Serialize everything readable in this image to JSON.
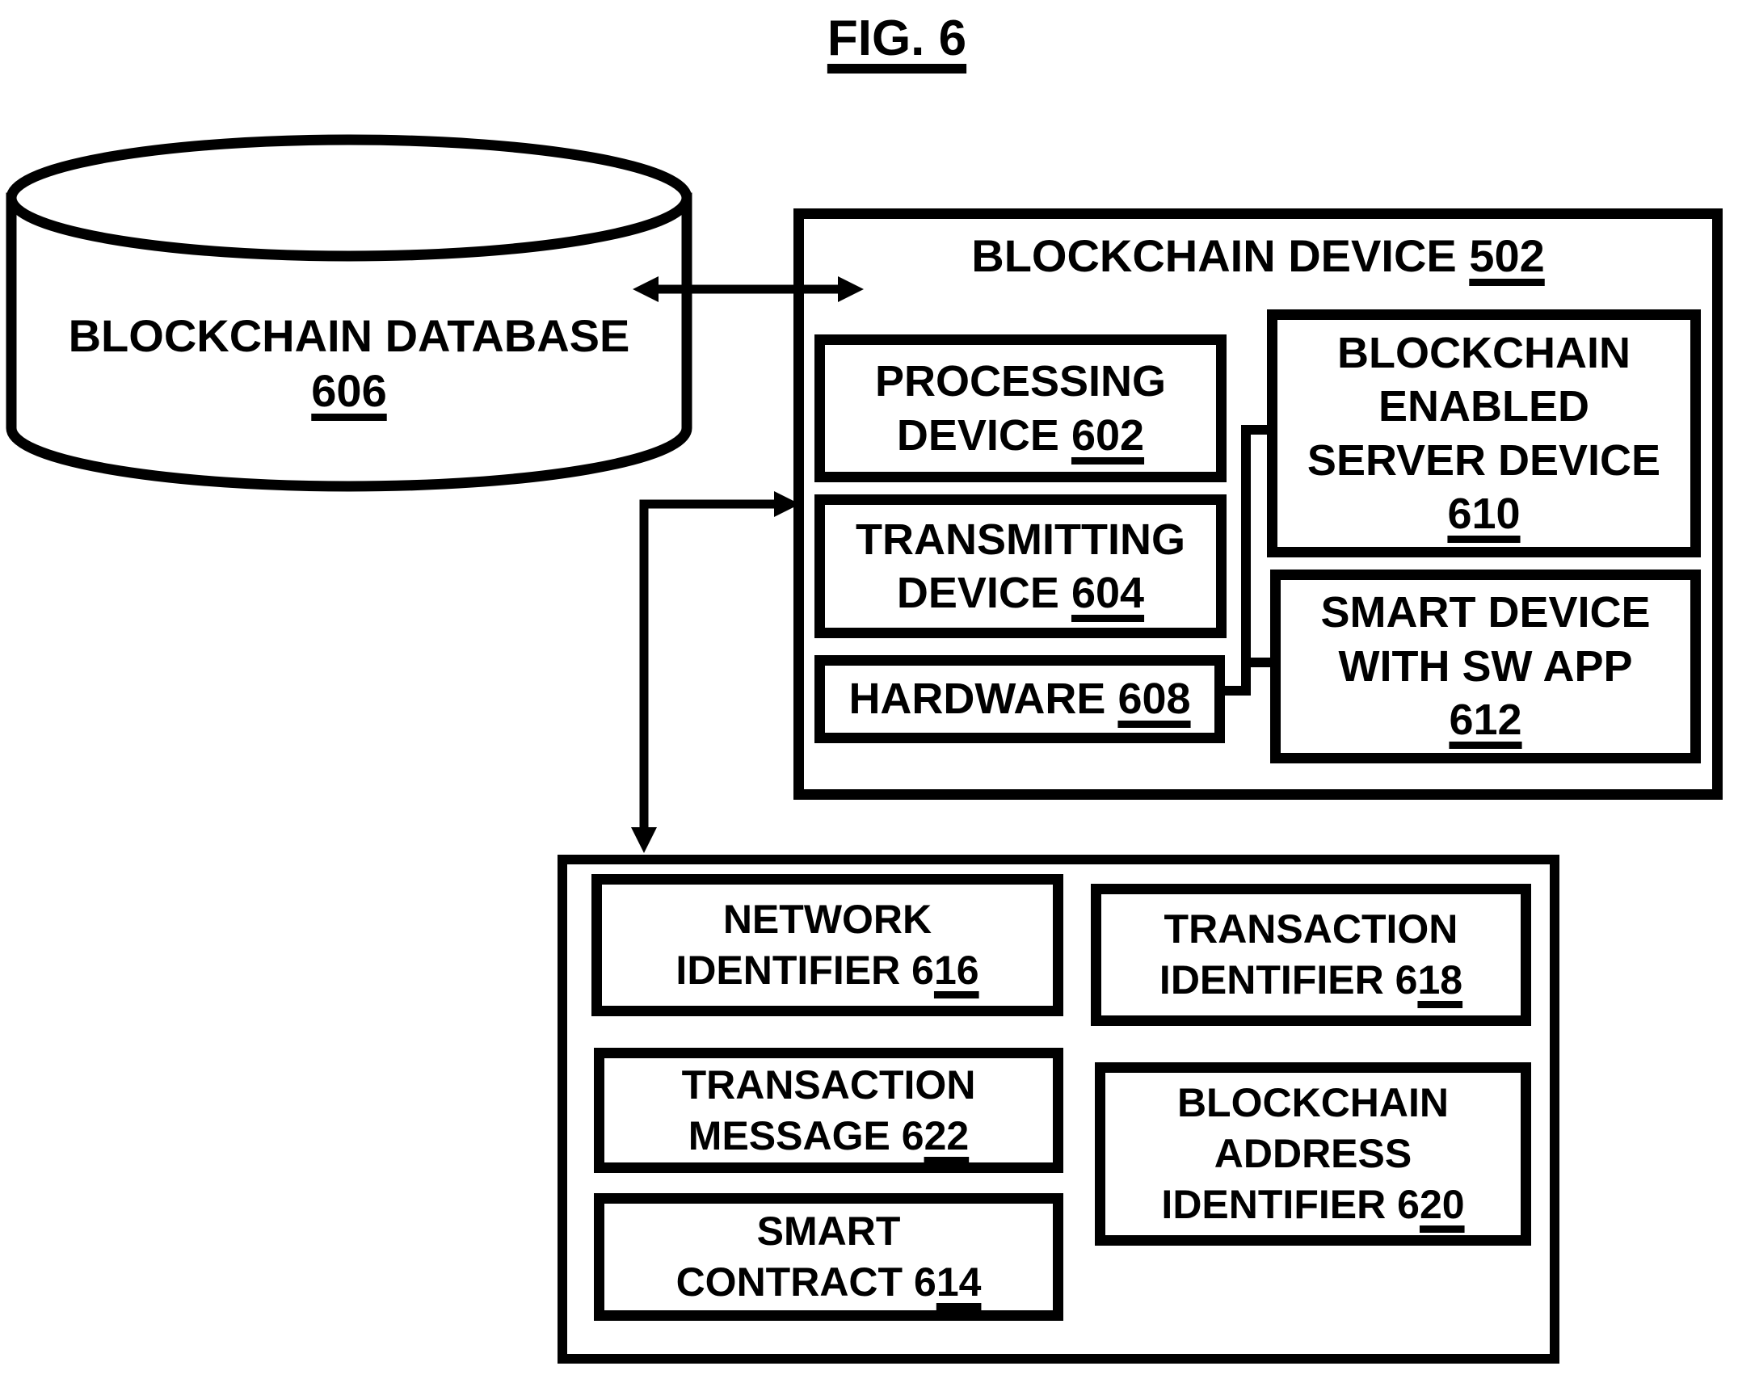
{
  "figure": {
    "title": "FIG. 6"
  },
  "database": {
    "name": "BLOCKCHAIN DATABASE",
    "ref": "606"
  },
  "blockchain_device": {
    "title": "BLOCKCHAIN DEVICE",
    "ref": "502",
    "processing_device": {
      "line1": "PROCESSING",
      "line2": "DEVICE",
      "ref": "602"
    },
    "transmitting_device": {
      "line1": "TRANSMITTING",
      "line2": "DEVICE",
      "ref": "604"
    },
    "hardware": {
      "line1": "HARDWARE",
      "ref": "608"
    },
    "server_device": {
      "line1": "BLOCKCHAIN",
      "line2": "ENABLED",
      "line3": "SERVER DEVICE",
      "ref": "610"
    },
    "smart_device": {
      "line1": "SMART DEVICE",
      "line2": "WITH SW APP",
      "ref": "612"
    }
  },
  "transaction_elements": {
    "network_identifier": {
      "line1": "NETWORK",
      "line2": "IDENTIFIER",
      "ref_head": "6",
      "ref_tail": "16"
    },
    "transaction_identifier": {
      "line1": "TRANSACTION",
      "line2": "IDENTIFIER",
      "ref_head": "6",
      "ref_tail": "18"
    },
    "transaction_message": {
      "line1": "TRANSACTION",
      "line2": "MESSAGE",
      "ref_head": "6",
      "ref_tail": "22"
    },
    "smart_contract": {
      "line1": "SMART",
      "line2": "CONTRACT",
      "ref_head": "6",
      "ref_tail": "14"
    },
    "blockchain_address_identifier": {
      "line1": "BLOCKCHAIN",
      "line2": "ADDRESS",
      "line3": "IDENTIFIER",
      "ref_head": "6",
      "ref_tail": "20"
    }
  },
  "colors": {
    "ink": "#000000",
    "paper": "#ffffff"
  }
}
